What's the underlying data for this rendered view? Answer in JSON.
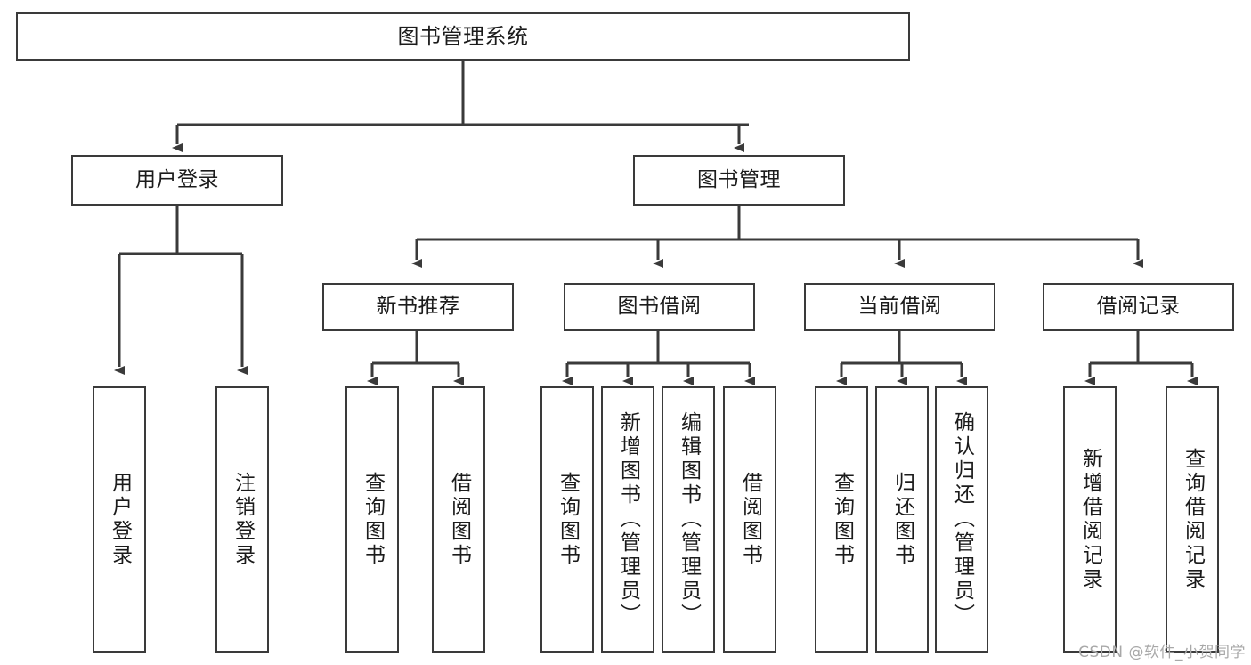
{
  "diagram": {
    "title": "图书管理系统",
    "type": "hierarchy-tree",
    "colors": {
      "stroke": "#3a3a3a",
      "fill": "#ffffff",
      "text": "#1b1b1b",
      "watermark": "#a8a8a8"
    },
    "root": {
      "label": "图书管理系统"
    },
    "level1": [
      {
        "label": "用户登录"
      },
      {
        "label": "图书管理"
      }
    ],
    "level2": [
      {
        "label": "新书推荐"
      },
      {
        "label": "图书借阅"
      },
      {
        "label": "当前借阅"
      },
      {
        "label": "借阅记录"
      }
    ],
    "leaves": {
      "user_login": [
        {
          "label": "用户登录"
        },
        {
          "label": "注销登录"
        }
      ],
      "new_book_recommend": [
        {
          "label": "查询图书"
        },
        {
          "label": "借阅图书"
        }
      ],
      "book_borrow": [
        {
          "label": "查询图书"
        },
        {
          "label": "新增图书（管理员）"
        },
        {
          "label": "编辑图书（管理员）"
        },
        {
          "label": "借阅图书"
        }
      ],
      "current_borrow": [
        {
          "label": "查询图书"
        },
        {
          "label": "归还图书"
        },
        {
          "label": "确认归还（管理员）"
        }
      ],
      "borrow_record": [
        {
          "label": "新增借阅记录"
        },
        {
          "label": "查询借阅记录"
        }
      ]
    }
  },
  "watermark": {
    "text": "CSDN @软件_小贺同学"
  }
}
